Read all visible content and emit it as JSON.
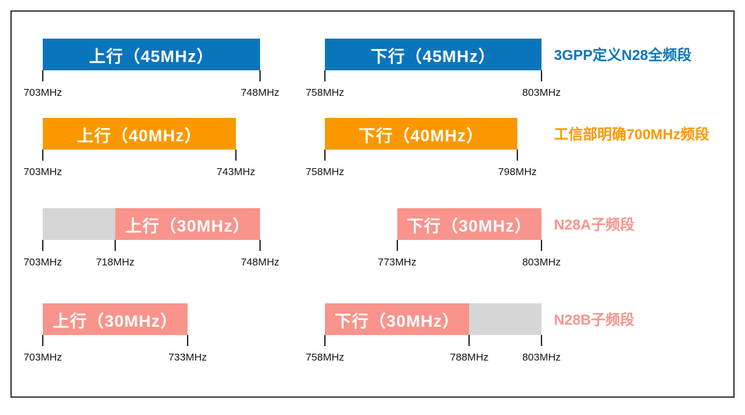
{
  "colors": {
    "blue": "#0B75BC",
    "orange": "#FB9800",
    "pink": "#F8948C",
    "gray": "#D6D6D6",
    "tick": "#2e2e2e",
    "border": "#3d3d3d",
    "background": "#ffffff",
    "bar_text": "#ffffff"
  },
  "axis": {
    "unit": "MHz",
    "left_domain": [
      703,
      748
    ],
    "right_domain": [
      758,
      803
    ]
  },
  "rows": [
    {
      "name": "n28-full-band",
      "label": "3GPP定义N28全频段",
      "label_color": "blue",
      "left": {
        "segments": [
          {
            "from": 703,
            "to": 748,
            "color": "blue",
            "text": "上行（45MHz）"
          }
        ],
        "ticks": [
          {
            "f": 703,
            "label": "703MHz"
          },
          {
            "f": 748,
            "label": "748MHz"
          }
        ]
      },
      "right": {
        "segments": [
          {
            "from": 758,
            "to": 803,
            "color": "blue",
            "text": "下行（45MHz）"
          }
        ],
        "ticks": [
          {
            "f": 758,
            "label": "758MHz"
          },
          {
            "f": 803,
            "label": "803MHz"
          }
        ]
      }
    },
    {
      "name": "miit-700mhz-band",
      "label": "工信部明确700MHz频段",
      "label_color": "orange",
      "left": {
        "segments": [
          {
            "from": 703,
            "to": 743,
            "color": "orange",
            "text": "上行（40MHz）"
          }
        ],
        "ticks": [
          {
            "f": 703,
            "label": "703MHz"
          },
          {
            "f": 743,
            "label": "743MHz"
          }
        ]
      },
      "right": {
        "segments": [
          {
            "from": 758,
            "to": 798,
            "color": "orange",
            "text": "下行（40MHz）"
          }
        ],
        "ticks": [
          {
            "f": 758,
            "label": "758MHz"
          },
          {
            "f": 798,
            "label": "798MHz"
          }
        ]
      }
    },
    {
      "name": "n28a-sub-band",
      "label": "N28A子频段",
      "label_color": "pink",
      "left": {
        "segments": [
          {
            "from": 703,
            "to": 718,
            "color": "gray",
            "text": ""
          },
          {
            "from": 718,
            "to": 748,
            "color": "pink",
            "text": "上行（30MHz）"
          }
        ],
        "ticks": [
          {
            "f": 703,
            "label": "703MHz"
          },
          {
            "f": 718,
            "label": "718MHz"
          },
          {
            "f": 748,
            "label": "748MHz"
          }
        ]
      },
      "right": {
        "segments": [
          {
            "from": 773,
            "to": 803,
            "color": "pink",
            "text": "下行（30MHz）"
          }
        ],
        "ticks": [
          {
            "f": 773,
            "label": "773MHz"
          },
          {
            "f": 803,
            "label": "803MHz"
          }
        ]
      }
    },
    {
      "name": "n28b-sub-band",
      "label": "N28B子频段",
      "label_color": "pink",
      "left": {
        "segments": [
          {
            "from": 703,
            "to": 733,
            "color": "pink",
            "text": "上行（30MHz）"
          }
        ],
        "ticks": [
          {
            "f": 703,
            "label": "703MHz"
          },
          {
            "f": 733,
            "label": "733MHz"
          }
        ]
      },
      "right": {
        "segments": [
          {
            "from": 758,
            "to": 788,
            "color": "pink",
            "text": "下行（30MHz）"
          },
          {
            "from": 788,
            "to": 803,
            "color": "gray",
            "text": ""
          }
        ],
        "ticks": [
          {
            "f": 758,
            "label": "758MHz"
          },
          {
            "f": 788,
            "label": "788MHz"
          },
          {
            "f": 803,
            "label": "803MHz"
          }
        ]
      }
    }
  ]
}
